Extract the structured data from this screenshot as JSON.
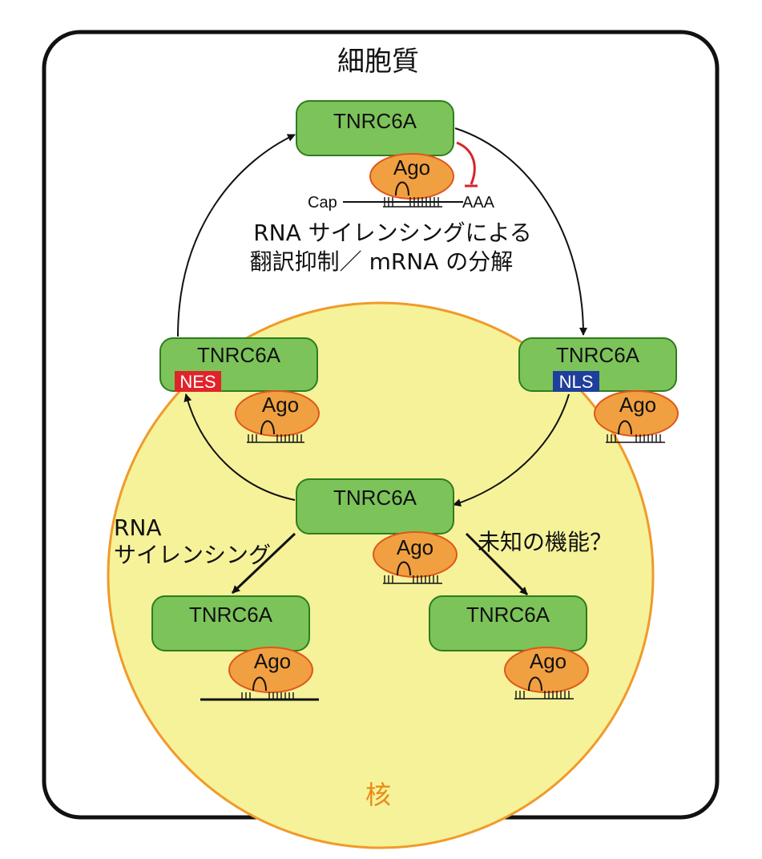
{
  "diagram": {
    "cytoplasm_label": "細胞質",
    "nucleus_label": "核",
    "protein_label": "TNRC6A",
    "ago_label": "Ago",
    "nes_label": "NES",
    "nls_label": "NLS",
    "cap_label": "Cap",
    "polya_label": "AAA",
    "silencing_line1": "RNA サイレンシングによる",
    "silencing_line2": "翻訳抑制／ mRNA の分解",
    "nuclear_rna_line1": "RNA",
    "nuclear_rna_line2": "サイレンシング",
    "unknown_function": "未知の機能？",
    "colors": {
      "protein_fill": "#7cc35a",
      "protein_stroke": "#2e7d1e",
      "ago_fill": "#f0a040",
      "ago_stroke": "#e0561b",
      "nucleus_fill": "#f5f29a",
      "nucleus_stroke": "#f09a2a",
      "nes_fill": "#e0242a",
      "nls_fill": "#1e3f9c",
      "inhibit": "#d8232a"
    }
  }
}
